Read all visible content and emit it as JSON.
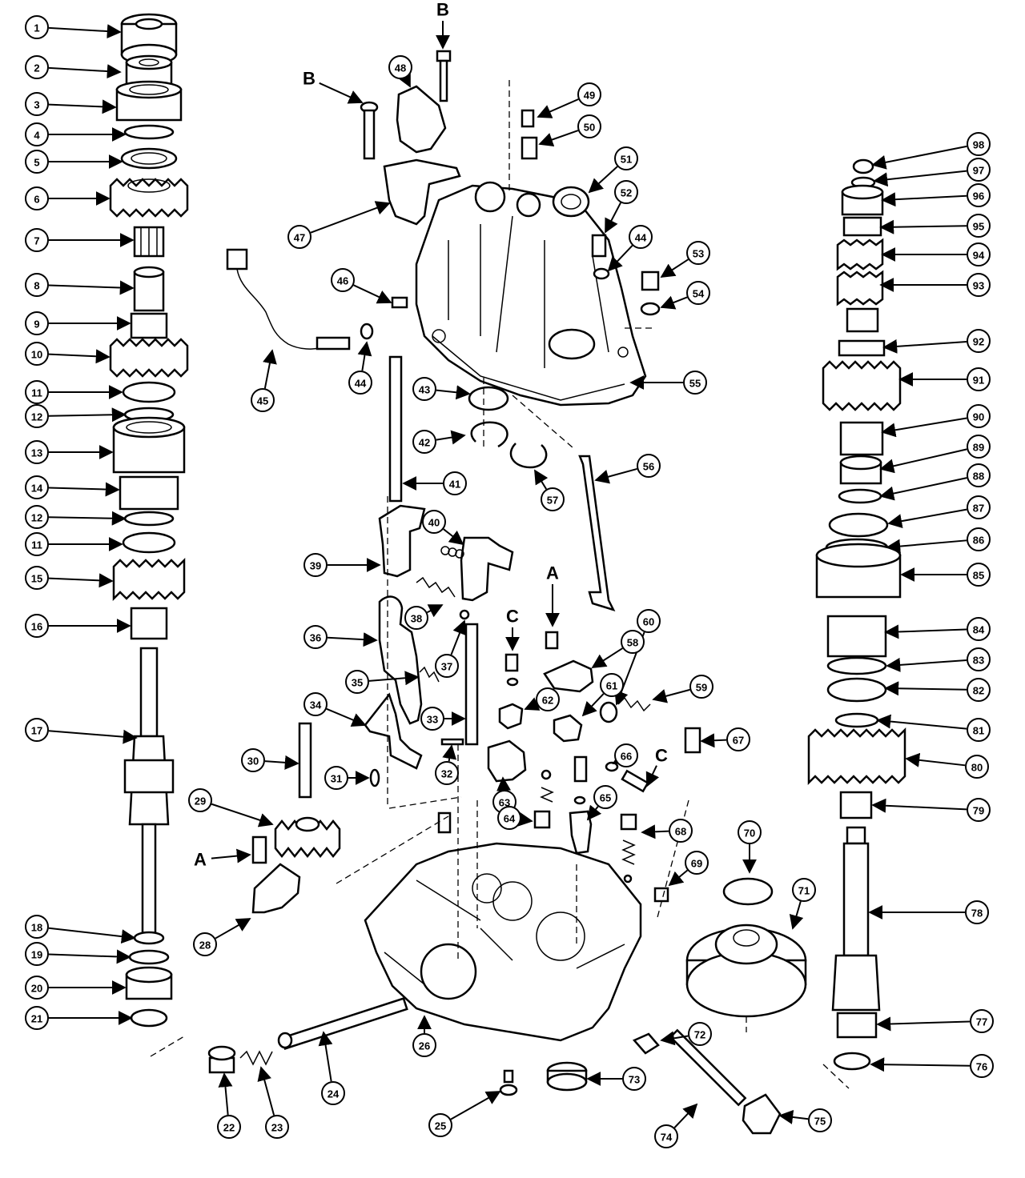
{
  "diagram": {
    "section_letters": [
      "A",
      "B",
      "C"
    ],
    "callouts": [
      {
        "id": "c1",
        "label": "1"
      },
      {
        "id": "c2",
        "label": "2"
      },
      {
        "id": "c3",
        "label": "3"
      },
      {
        "id": "c4",
        "label": "4"
      },
      {
        "id": "c5",
        "label": "5"
      },
      {
        "id": "c6",
        "label": "6"
      },
      {
        "id": "c7",
        "label": "7"
      },
      {
        "id": "c8",
        "label": "8"
      },
      {
        "id": "c9",
        "label": "9"
      },
      {
        "id": "c10",
        "label": "10"
      },
      {
        "id": "c11a",
        "label": "11"
      },
      {
        "id": "c12a",
        "label": "12"
      },
      {
        "id": "c13",
        "label": "13"
      },
      {
        "id": "c14",
        "label": "14"
      },
      {
        "id": "c12b",
        "label": "12"
      },
      {
        "id": "c11b",
        "label": "11"
      },
      {
        "id": "c15",
        "label": "15"
      },
      {
        "id": "c16",
        "label": "16"
      },
      {
        "id": "c17",
        "label": "17"
      },
      {
        "id": "c18",
        "label": "18"
      },
      {
        "id": "c19",
        "label": "19"
      },
      {
        "id": "c20",
        "label": "20"
      },
      {
        "id": "c21",
        "label": "21"
      },
      {
        "id": "c22",
        "label": "22"
      },
      {
        "id": "c23",
        "label": "23"
      },
      {
        "id": "c24",
        "label": "24"
      },
      {
        "id": "c25",
        "label": "25"
      },
      {
        "id": "c26",
        "label": "26"
      },
      {
        "id": "c28",
        "label": "28"
      },
      {
        "id": "c29",
        "label": "29"
      },
      {
        "id": "c30",
        "label": "30"
      },
      {
        "id": "c31",
        "label": "31"
      },
      {
        "id": "c32",
        "label": "32"
      },
      {
        "id": "c33",
        "label": "33"
      },
      {
        "id": "c34",
        "label": "34"
      },
      {
        "id": "c35",
        "label": "35"
      },
      {
        "id": "c36",
        "label": "36"
      },
      {
        "id": "c37",
        "label": "37"
      },
      {
        "id": "c38",
        "label": "38"
      },
      {
        "id": "c39",
        "label": "39"
      },
      {
        "id": "c40",
        "label": "40"
      },
      {
        "id": "c41",
        "label": "41"
      },
      {
        "id": "c42",
        "label": "42"
      },
      {
        "id": "c43",
        "label": "43"
      },
      {
        "id": "c44a",
        "label": "44"
      },
      {
        "id": "c44b",
        "label": "44"
      },
      {
        "id": "c45",
        "label": "45"
      },
      {
        "id": "c46",
        "label": "46"
      },
      {
        "id": "c47",
        "label": "47"
      },
      {
        "id": "c48",
        "label": "48"
      },
      {
        "id": "c49",
        "label": "49"
      },
      {
        "id": "c50",
        "label": "50"
      },
      {
        "id": "c51",
        "label": "51"
      },
      {
        "id": "c52",
        "label": "52"
      },
      {
        "id": "c53",
        "label": "53"
      },
      {
        "id": "c54",
        "label": "54"
      },
      {
        "id": "c55",
        "label": "55"
      },
      {
        "id": "c56",
        "label": "56"
      },
      {
        "id": "c57",
        "label": "57"
      },
      {
        "id": "c58",
        "label": "58"
      },
      {
        "id": "c59",
        "label": "59"
      },
      {
        "id": "c60",
        "label": "60"
      },
      {
        "id": "c61",
        "label": "61"
      },
      {
        "id": "c62",
        "label": "62"
      },
      {
        "id": "c63",
        "label": "63"
      },
      {
        "id": "c64",
        "label": "64"
      },
      {
        "id": "c65",
        "label": "65"
      },
      {
        "id": "c66",
        "label": "66"
      },
      {
        "id": "c67",
        "label": "67"
      },
      {
        "id": "c68",
        "label": "68"
      },
      {
        "id": "c69",
        "label": "69"
      },
      {
        "id": "c70",
        "label": "70"
      },
      {
        "id": "c71",
        "label": "71"
      },
      {
        "id": "c72",
        "label": "72"
      },
      {
        "id": "c73",
        "label": "73"
      },
      {
        "id": "c74",
        "label": "74"
      },
      {
        "id": "c75",
        "label": "75"
      },
      {
        "id": "c76",
        "label": "76"
      },
      {
        "id": "c77",
        "label": "77"
      },
      {
        "id": "c78",
        "label": "78"
      },
      {
        "id": "c79",
        "label": "79"
      },
      {
        "id": "c80",
        "label": "80"
      },
      {
        "id": "c81",
        "label": "81"
      },
      {
        "id": "c82",
        "label": "82"
      },
      {
        "id": "c83",
        "label": "83"
      },
      {
        "id": "c84",
        "label": "84"
      },
      {
        "id": "c85",
        "label": "85"
      },
      {
        "id": "c86",
        "label": "86"
      },
      {
        "id": "c87",
        "label": "87"
      },
      {
        "id": "c88",
        "label": "88"
      },
      {
        "id": "c89",
        "label": "89"
      },
      {
        "id": "c90",
        "label": "90"
      },
      {
        "id": "c91",
        "label": "91"
      },
      {
        "id": "c92",
        "label": "92"
      },
      {
        "id": "c93",
        "label": "93"
      },
      {
        "id": "c94",
        "label": "94"
      },
      {
        "id": "c95",
        "label": "95"
      },
      {
        "id": "c96",
        "label": "96"
      },
      {
        "id": "c97",
        "label": "97"
      },
      {
        "id": "c98",
        "label": "98"
      }
    ]
  }
}
